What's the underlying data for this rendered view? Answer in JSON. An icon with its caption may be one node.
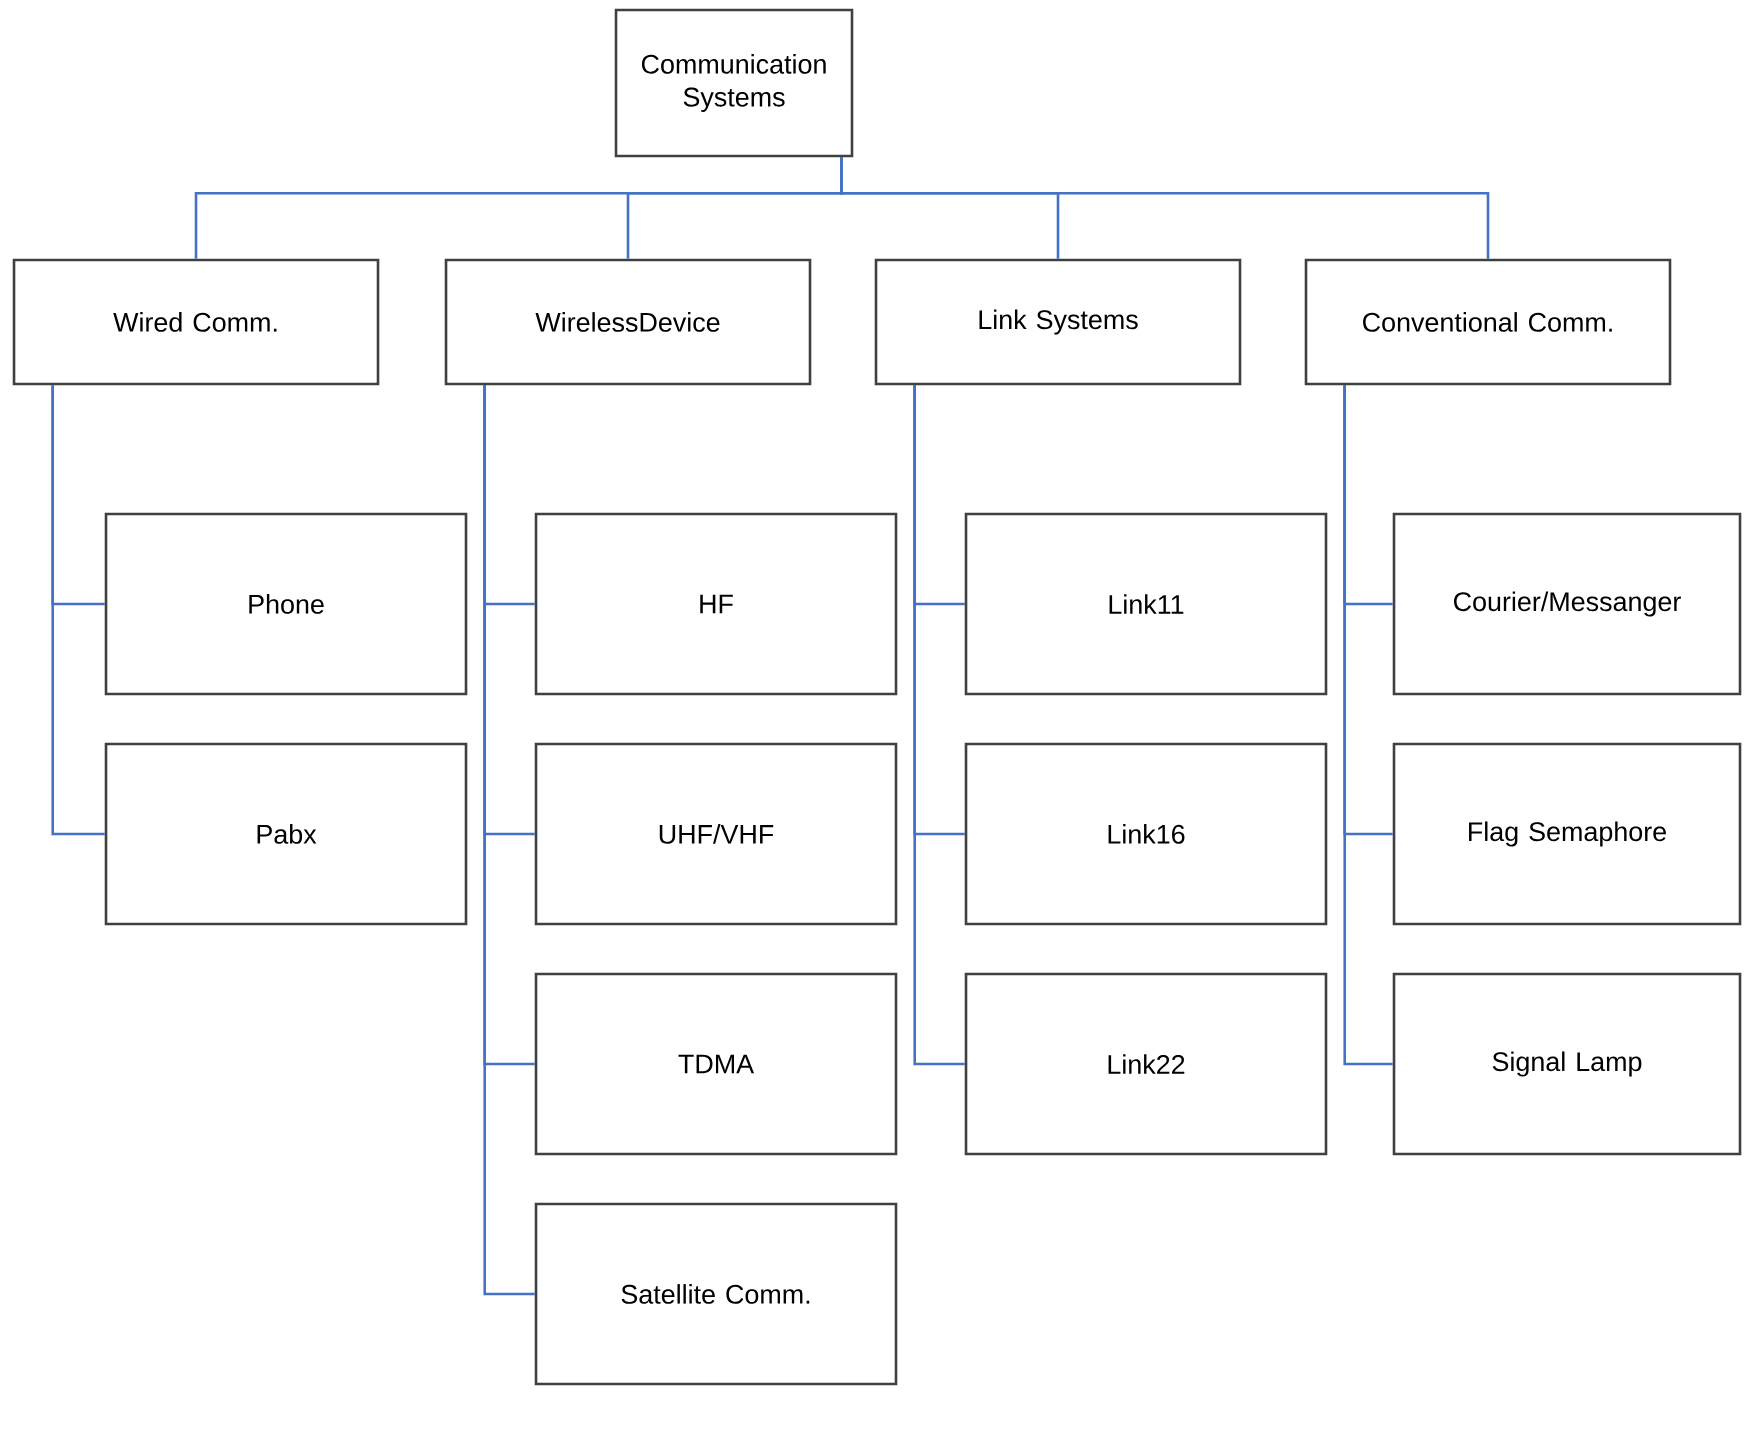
{
  "diagram": {
    "nodes": [
      {
        "text": [
          "Communication Systems"
        ]
      },
      {
        "text": [
          "Wired Comm."
        ]
      },
      {
        "text": [
          "WirelessDevice"
        ]
      },
      {
        "text": [
          "Link Systems"
        ]
      },
      {
        "text": [
          "Conventional Comm."
        ]
      },
      {
        "text": [
          "Phone"
        ]
      },
      {
        "text": [
          "Pabx"
        ]
      },
      {
        "text": [
          "HF"
        ]
      },
      {
        "text": [
          "UHF/VHF"
        ]
      },
      {
        "text": [
          "TDMA"
        ]
      },
      {
        "text": [
          "Satellite Comm."
        ]
      },
      {
        "text": [
          "Link11"
        ]
      },
      {
        "text": [
          "Link16"
        ]
      },
      {
        "text": [
          "Link22"
        ]
      },
      {
        "text": [
          "Courier/Messanger"
        ]
      },
      {
        "text": [
          "Flag Semaphore"
        ]
      },
      {
        "text": [
          "Signal Lamp"
        ]
      }
    ],
    "edges": [
      {
        "from": 0,
        "to": 1,
        "arrow": "none"
      },
      {
        "from": 0,
        "to": 2,
        "arrow": "none"
      },
      {
        "from": 0,
        "to": 3,
        "arrow": "none"
      },
      {
        "from": 0,
        "to": 4,
        "arrow": "none"
      },
      {
        "from": 1,
        "to": 5,
        "arrow": "none"
      },
      {
        "from": 1,
        "to": 6,
        "arrow": "none"
      },
      {
        "from": 2,
        "to": 7,
        "arrow": "none"
      },
      {
        "from": 2,
        "to": 8,
        "arrow": "none"
      },
      {
        "from": 2,
        "to": 9,
        "arrow": "none"
      },
      {
        "from": 2,
        "to": 10,
        "arrow": "none"
      },
      {
        "from": 3,
        "to": 11,
        "arrow": "none"
      },
      {
        "from": 3,
        "to": 12,
        "arrow": "none"
      },
      {
        "from": 3,
        "to": 13,
        "arrow": "none"
      },
      {
        "from": 4,
        "to": 14,
        "arrow": "none"
      },
      {
        "from": 4,
        "to": 15,
        "arrow": "none"
      },
      {
        "from": 4,
        "to": 16,
        "arrow": "none"
      }
    ]
  }
}
